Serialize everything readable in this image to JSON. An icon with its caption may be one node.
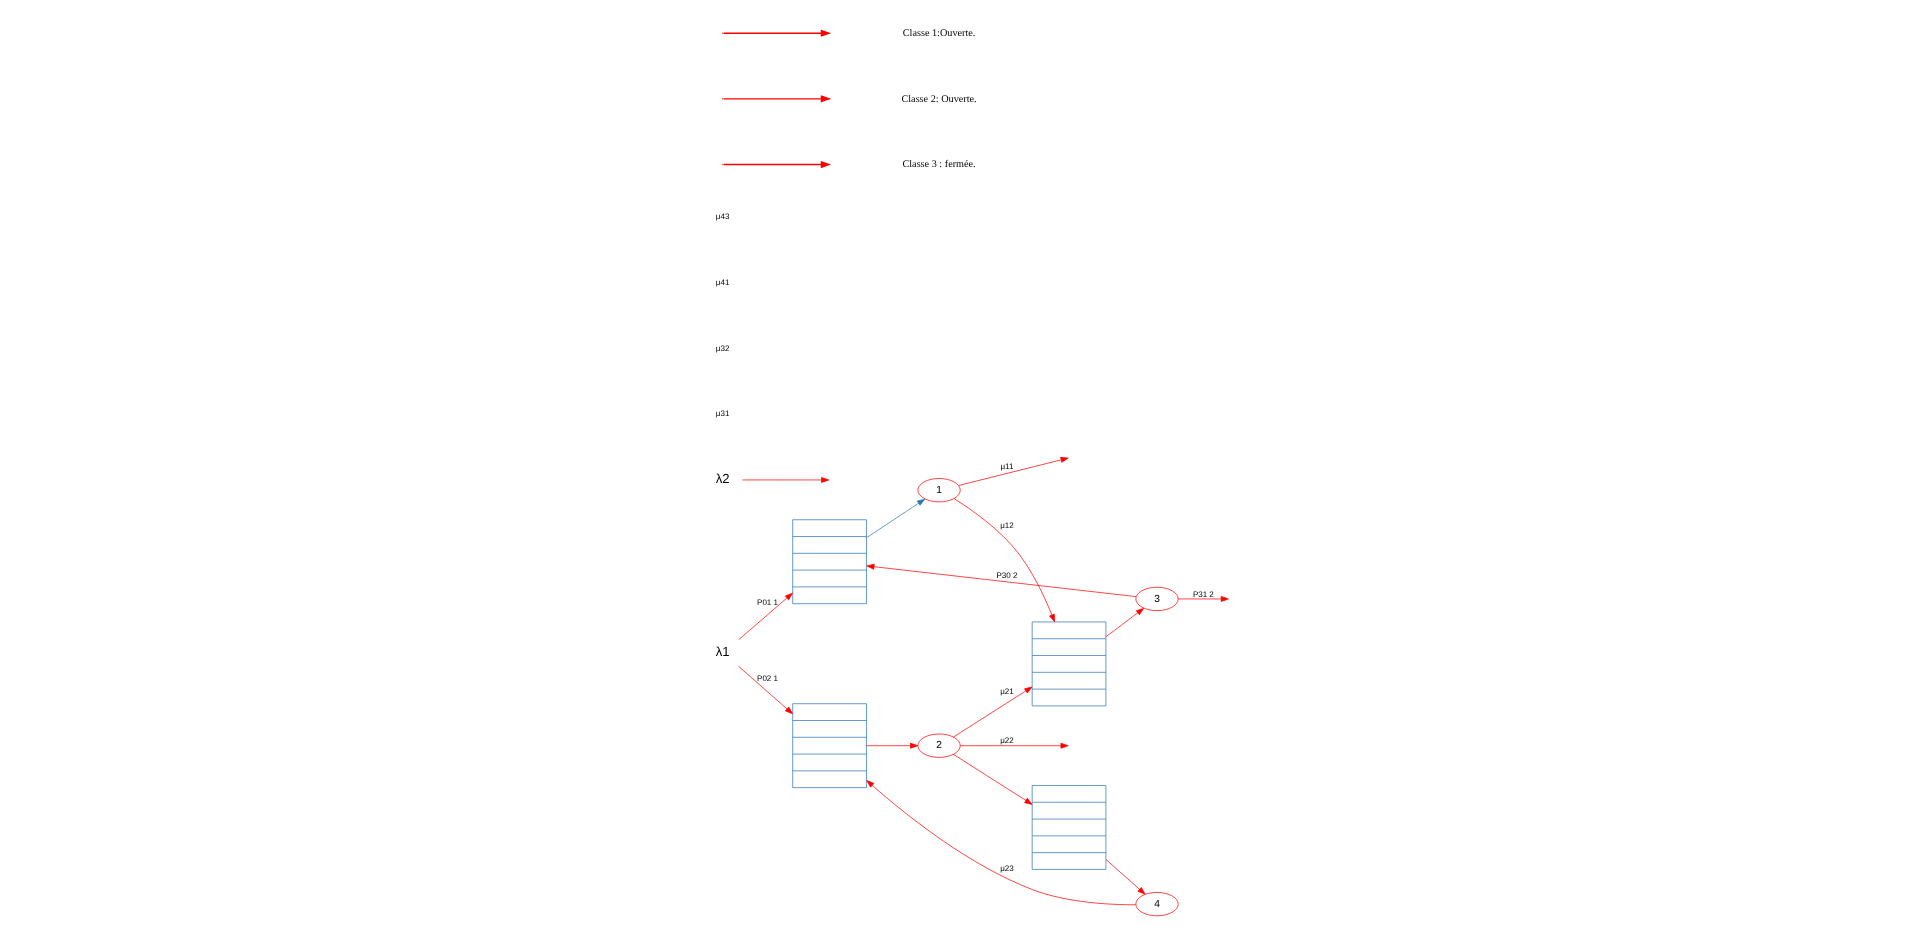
{
  "diagram": {
    "nodes": [
      {
        "text": [
          "λ1"
        ]
      },
      {
        "text": [
          "λ2"
        ]
      },
      {
        "text": [],
        "shape": "box"
      },
      {
        "text": [
          "1"
        ]
      },
      {
        "text": [],
        "shape": "box"
      },
      {
        "text": [
          "3"
        ]
      },
      {
        "text": [],
        "shape": "box"
      },
      {
        "text": [
          "2"
        ]
      },
      {
        "text": [],
        "shape": "box"
      },
      {
        "text": [
          "4"
        ]
      }
    ],
    "edges": [
      {
        "from": 0,
        "to": 2,
        "arrow": "to",
        "label": "P01 1"
      },
      {
        "from": 0,
        "to": 6,
        "arrow": "to",
        "label": "P02 1"
      },
      {
        "from": 1,
        "to": null,
        "arrow": "to"
      },
      {
        "from": 2,
        "to": 3,
        "arrow": "to",
        "color": "#2e75b6"
      },
      {
        "from": 3,
        "to": null,
        "arrow": "to",
        "label": "μ11"
      },
      {
        "from": 3,
        "to": 4,
        "arrow": "to",
        "label": "μ12"
      },
      {
        "from": 6,
        "to": 7,
        "arrow": "to"
      },
      {
        "from": 7,
        "to": 4,
        "arrow": "to",
        "label": "μ21"
      },
      {
        "from": 7,
        "to": null,
        "arrow": "to",
        "label": "μ22"
      },
      {
        "from": 7,
        "to": 8,
        "arrow": "to"
      },
      {
        "from": 4,
        "to": 5,
        "arrow": "to"
      },
      {
        "from": 5,
        "to": null,
        "arrow": "to",
        "label": "P31 2"
      },
      {
        "from": 5,
        "to": 2,
        "arrow": "to",
        "label": "P30 2"
      },
      {
        "from": 8,
        "to": 9,
        "arrow": "to"
      },
      {
        "from": 9,
        "to": 6,
        "arrow": "to",
        "label": "μ23"
      }
    ],
    "labels": [
      "μ31",
      "μ32",
      "μ41",
      "μ43"
    ],
    "legend": [
      {
        "text": "Classe 1:Ouverte."
      },
      {
        "text": "Classe 2: Ouverte."
      },
      {
        "text": "Classe 3 : fermée."
      }
    ]
  }
}
